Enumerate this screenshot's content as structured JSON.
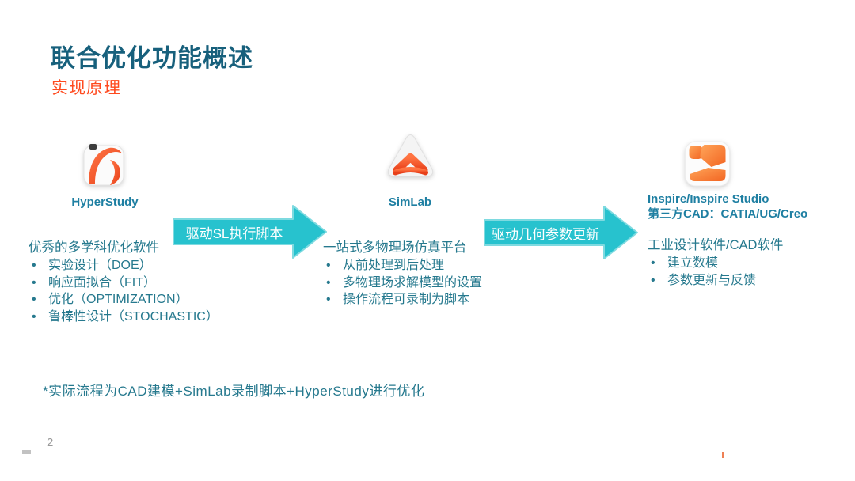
{
  "bullet_char": "•",
  "slide": {
    "title": "联合优化功能概述",
    "subtitle": "实现原理",
    "footnote": "*实际流程为CAD建模+SimLab录制脚本+HyperStudy进行优化",
    "page_number": "2"
  },
  "columns": [
    {
      "icon": "hyperstudy-logo",
      "label": "HyperStudy",
      "heading": "优秀的多学科优化软件",
      "bullets": [
        "实验设计（DOE）",
        "响应面拟合（FIT）",
        "优化（OPTIMIZATION）",
        "鲁棒性设计（STOCHASTIC）"
      ]
    },
    {
      "icon": "simlab-logo",
      "label": "SimLab",
      "heading": "一站式多物理场仿真平台",
      "bullets": [
        "从前处理到后处理",
        "多物理场求解模型的设置",
        "操作流程可录制为脚本"
      ]
    },
    {
      "icon": "inspire-logo",
      "label_line1": "Inspire/Inspire Studio",
      "label_line2": "第三方CAD：CATIA/UG/Creo",
      "heading": "工业设计软件/CAD软件",
      "bullets": [
        "建立数模",
        "参数更新与反馈"
      ]
    }
  ],
  "arrows": [
    {
      "label": "驱动SL执行脚本"
    },
    {
      "label": "驱动几何参数更新"
    }
  ],
  "colors": {
    "title": "#17607C",
    "subtitle": "#FF4A1F",
    "body_text": "#26798E",
    "label_text": "#1E7FA2",
    "arrow_fill": "#27C2CE",
    "arrow_border": "#7EDAE0",
    "arrow_text": "#FFFFFF",
    "logo_orange": "#F4511E",
    "page_number": "#9A9A9A"
  }
}
